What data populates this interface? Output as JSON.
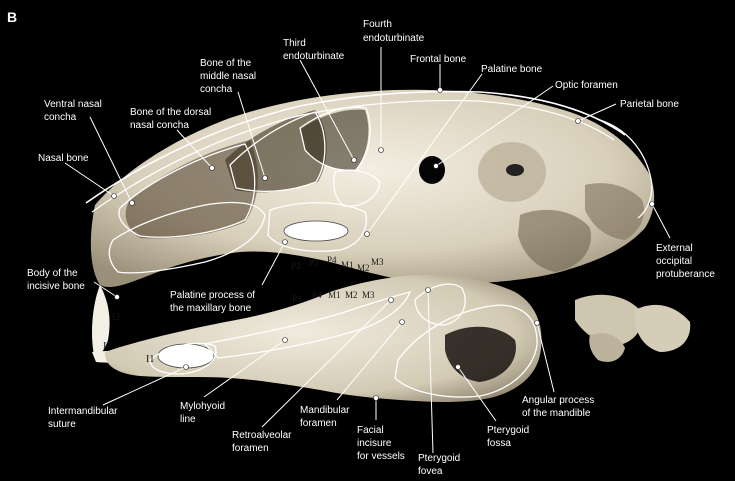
{
  "panel_letter": "B",
  "labels": {
    "fourth_endoturbinate": [
      "Fourth",
      "endoturbinate"
    ],
    "third_endoturbinate": [
      "Third",
      "endoturbinate"
    ],
    "bone_middle_nasal_concha": [
      "Bone of the",
      "middle nasal",
      "concha"
    ],
    "frontal_bone": [
      "Frontal bone"
    ],
    "palatine_bone": [
      "Palatine bone"
    ],
    "optic_foramen": [
      "Optic foramen"
    ],
    "parietal_bone": [
      "Parietal bone"
    ],
    "ventral_nasal_concha": [
      "Ventral nasal",
      "concha"
    ],
    "bone_dorsal_nasal_concha": [
      "Bone of the dorsal",
      "nasal concha"
    ],
    "nasal_bone": [
      "Nasal bone"
    ],
    "body_incisive_bone": [
      "Body of the",
      "incisive bone"
    ],
    "palatine_process_maxillary": [
      "Palatine process of",
      "the maxillary bone"
    ],
    "external_occipital_protuberance": [
      "External",
      "occipital",
      "protuberance"
    ],
    "intermandibular_suture": [
      "Intermandibular",
      "suture"
    ],
    "mylohyoid_line": [
      "Mylohyoid",
      "line"
    ],
    "retroalveolar_foramen": [
      "Retroalveolar",
      "foramen"
    ],
    "mandibular_foramen": [
      "Mandibular",
      "foramen"
    ],
    "facial_incisure": [
      "Facial",
      "incisure",
      "for vessels"
    ],
    "pterygoid_fovea": [
      "Pterygoid",
      "fovea"
    ],
    "pterygoid_fossa": [
      "Pterygoid",
      "fossa"
    ],
    "angular_process": [
      "Angular process",
      "of the mandible"
    ]
  },
  "teeth": {
    "upper": [
      "P2",
      "P3",
      "P4",
      "M1",
      "M2",
      "M3"
    ],
    "lower": [
      "P3",
      "P4",
      "M1",
      "M2",
      "M3"
    ],
    "incisors_upper": [
      "I2",
      "I1"
    ],
    "incisor_lower": "I1"
  },
  "colors": {
    "background": "#000000",
    "bone_light": "#e8e2d2",
    "bone_mid": "#cfc6b0",
    "bone_shadow": "#8a7f68",
    "label": "#ffffff"
  }
}
